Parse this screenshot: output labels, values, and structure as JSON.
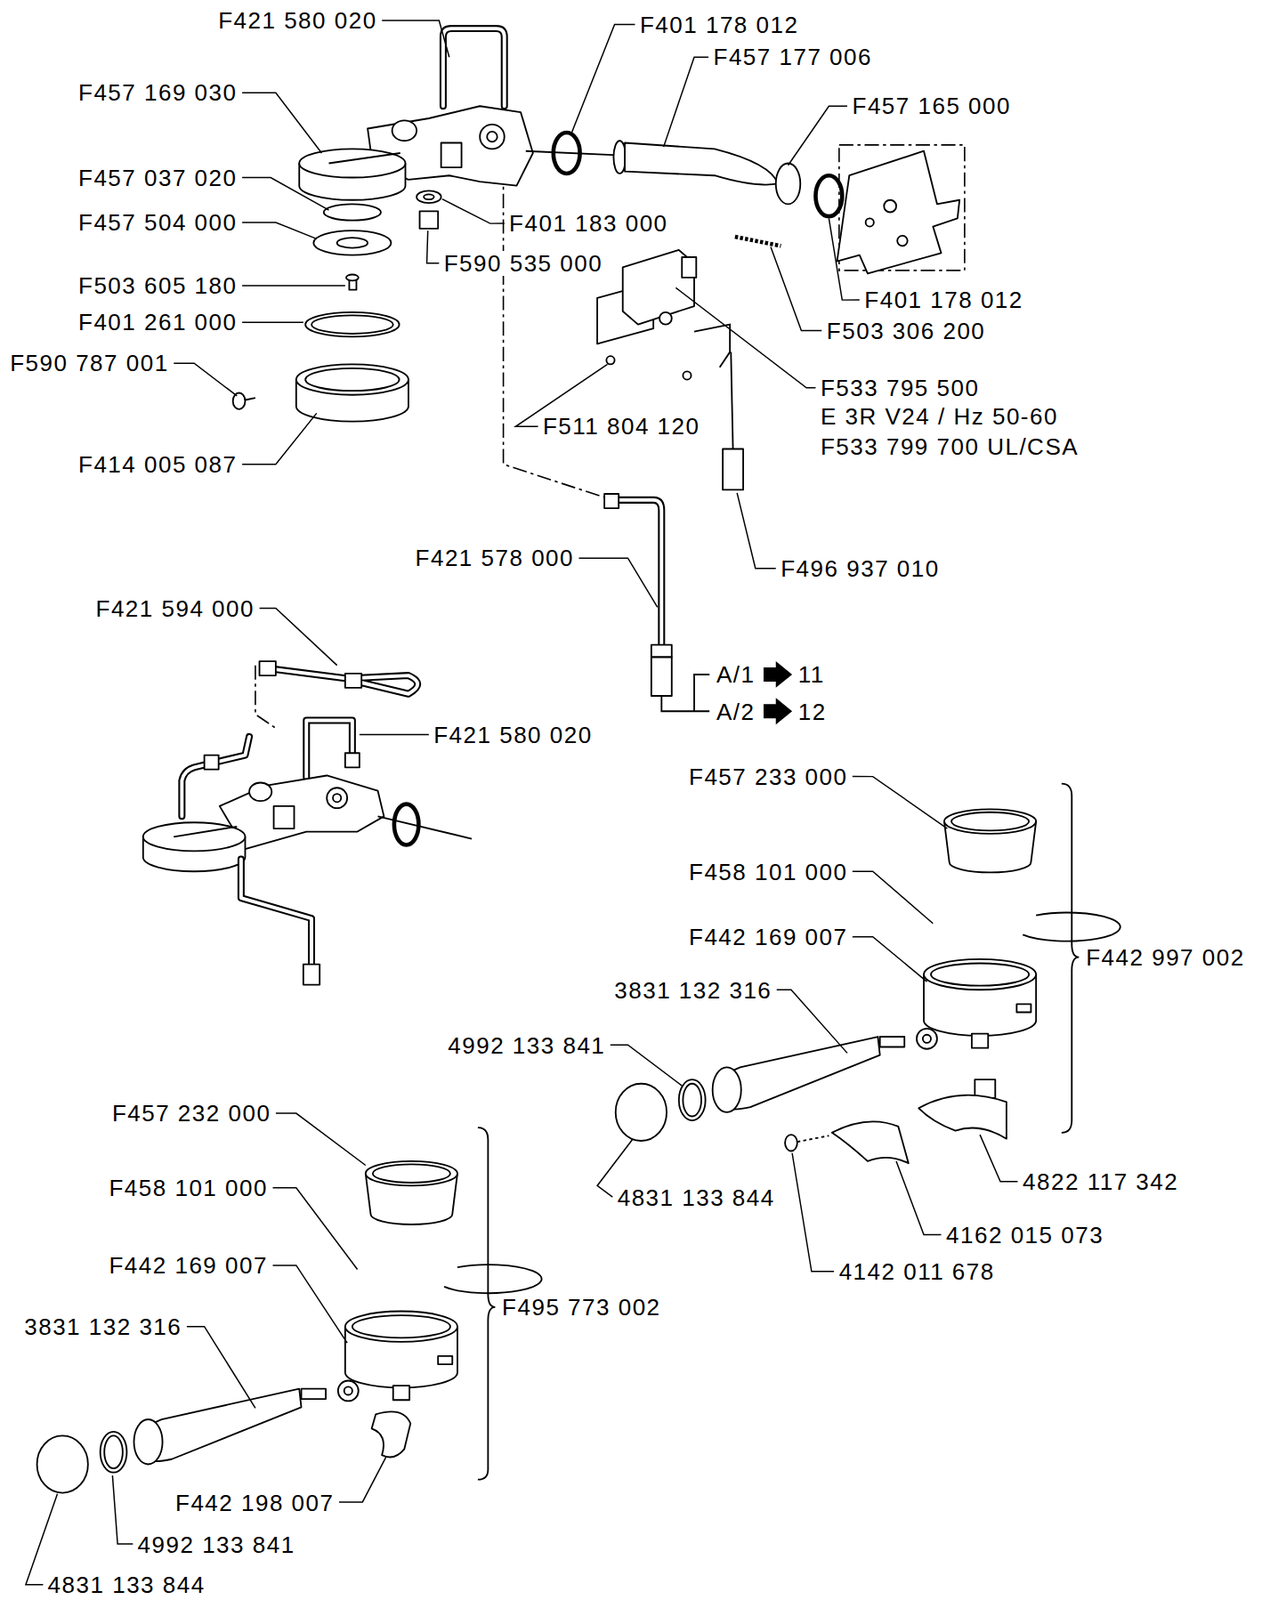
{
  "diagram": {
    "labels": [
      "F421 580 020",
      "F401 178 012",
      "F457 177 006",
      "F457 169 030",
      "F457 165 000",
      "F457 037 020",
      "F457 504 000",
      "F401 183 000",
      "F590 535 000",
      "F503 605 180",
      "F401 178 012",
      "F401 261 000",
      "F503 306 200",
      "F590 787 001",
      "F533 795 500",
      "E 3R V24 / Hz 50-60",
      "F533 799 700 UL/CSA",
      "F511 804 120",
      "F414 005 087",
      "F421 578 000",
      "F496 937 010",
      "F421 594 000",
      "A/1",
      "11",
      "A/2",
      "12",
      "F421 580 020",
      "F457 233 000",
      "F458 101 000",
      "F442 169 007",
      "F442 997 002",
      "3831 132 316",
      "4992 133 841",
      "F457 232 000",
      "4822 117 342",
      "F458 101 000",
      "4831 133 844",
      "4162 015 073",
      "F442 169 007",
      "4142 011 678",
      "F495 773 002",
      "3831 132 316",
      "F442 198 007",
      "4992 133 841",
      "4831 133 844"
    ]
  }
}
